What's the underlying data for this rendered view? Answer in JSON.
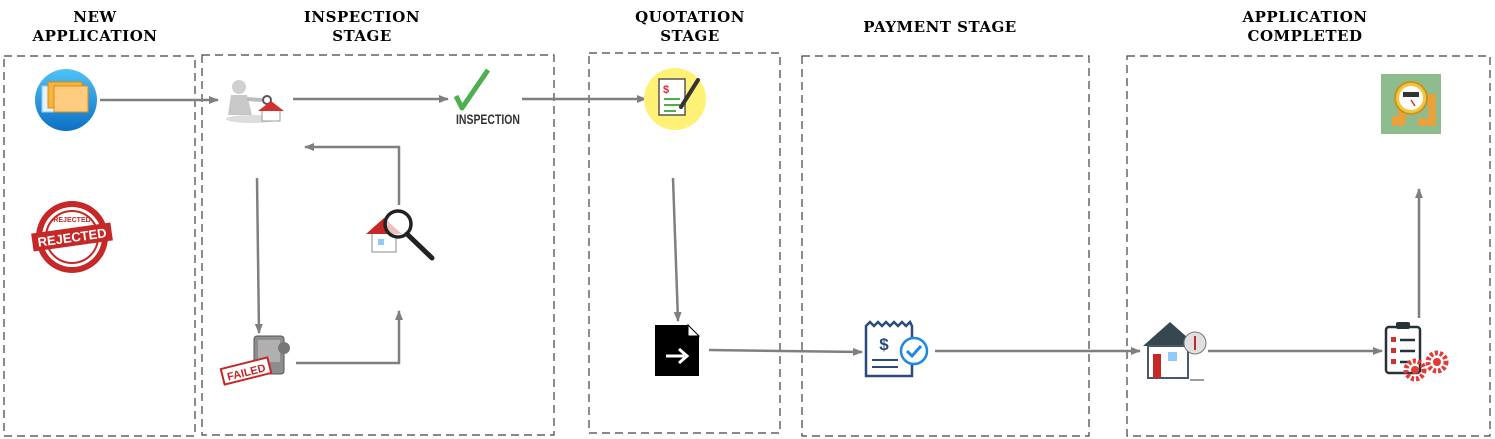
{
  "stages": [
    {
      "id": "new-application",
      "line1": "NEW",
      "line2": "APPLICATION"
    },
    {
      "id": "inspection",
      "line1": "INSPECTION",
      "line2": "STAGE"
    },
    {
      "id": "quotation",
      "line1": "QUOTATION",
      "line2": "STAGE"
    },
    {
      "id": "payment",
      "line1": "PAYMENT STAGE",
      "line2": ""
    },
    {
      "id": "completed",
      "line1": "APPLICATION",
      "line2": "COMPLETED"
    }
  ],
  "icons": {
    "rejected_stamp": "REJECTED",
    "rejected_small": "REJECTED",
    "failed_stamp": "FAILED",
    "inspection_logo": "INSPECTION",
    "quotation_symbol": "$",
    "payment_symbol": "$"
  },
  "colors": {
    "arrow": "#7f7f7f",
    "dashed_border": "#404040",
    "rejected_red": "#c62828",
    "check_green": "#4caf50",
    "blue": "#1e88e5",
    "payment_blue": "#2a4a7f"
  }
}
